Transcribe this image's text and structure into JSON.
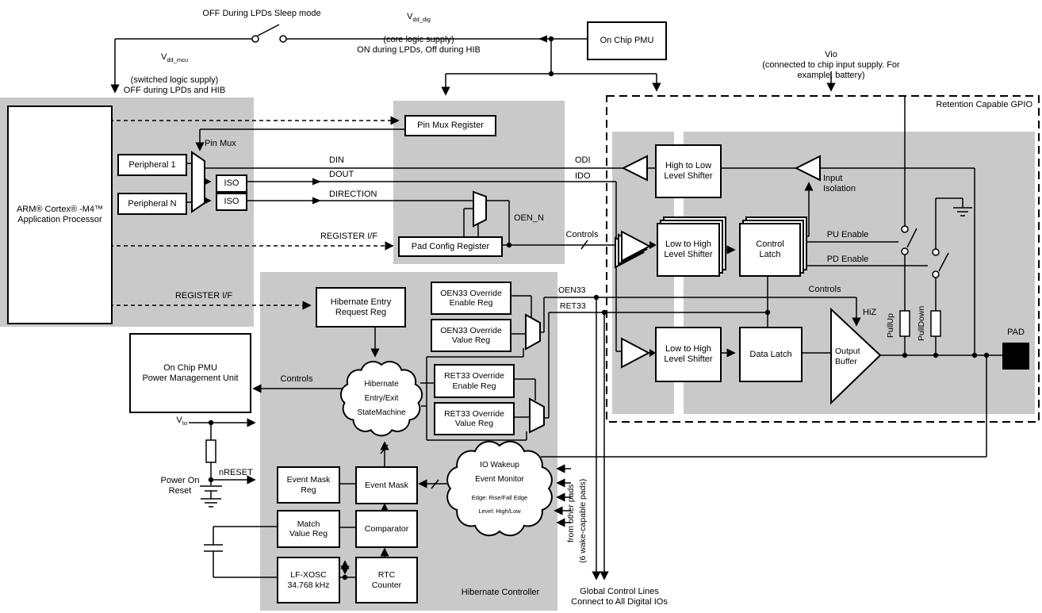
{
  "colors": {
    "panel_gray": "#c9c9c9",
    "line": "#000000",
    "box_bg": "#ffffff",
    "pad_fill": "#000000"
  },
  "top": {
    "off_during_lpds": "OFF During LPDs Sleep mode",
    "vdd_mcu": {
      "base": "V",
      "sub": "dd_mcu",
      "line2": "(switched logic supply)",
      "line3": "OFF during LPDs and HIB"
    },
    "vdd_dig": {
      "base": "V",
      "sub": "dd_dig",
      "line2": "(core logic supply)",
      "line3": "ON during LPDs, Off during HIB"
    },
    "pmu_box": "On Chip PMU",
    "vio": {
      "line1": "Vio",
      "line2": "(connected to chip input supply. For",
      "line3": "example, battery)"
    }
  },
  "left": {
    "arm": "ARM® Cortex® -M4™\nApplication Processor",
    "peripheral1": "Peripheral 1",
    "peripheralN": "Peripheral N",
    "pin_mux": "Pin Mux",
    "iso1": "ISO",
    "iso2": "ISO",
    "pmu_unit": "On Chip PMU\nPower Management Unit",
    "controls": "Controls",
    "v_io": {
      "base": "V",
      "sub": "Io"
    },
    "nreset": "nRESET",
    "power_on_reset": "Power On\nReset"
  },
  "mid": {
    "pin_mux_register": "Pin Mux Register",
    "pad_config_register": "Pad Config Register",
    "din": "DIN",
    "dout": "DOUT",
    "direction": "DIRECTION",
    "register_if": "REGISTER I/F",
    "oen_n": "OEN_N",
    "controls": "Controls",
    "odi": "ODI",
    "ido": "IDO"
  },
  "gpio": {
    "title": "Retention Capable GPIO",
    "high_to_low": "High to Low\nLevel Shifter",
    "low_to_high_1": "Low to High\nLevel Shifter",
    "control_latch": "Control\nLatch",
    "low_to_high_2": "Low to High\nLevel Shifter",
    "data_latch": "Data Latch",
    "output_buffer": "Output\nBuffer",
    "input_isolation": "Input\nIsolation",
    "pu_enable": "PU Enable",
    "pd_enable": "PD Enable",
    "controls": "Controls",
    "hiz": "HiZ",
    "pullup": "PullUp",
    "pulldown": "PullDown",
    "pad": "PAD"
  },
  "hib": {
    "register_if": "REGISTER I/F",
    "entry_request": "Hibernate Entry\nRequest Reg",
    "oen33_enable": "OEN33 Override\nEnable Reg",
    "oen33_value": "OEN33 Override\nValue Reg",
    "ret33_enable": "RET33 Override\nEnable Reg",
    "ret33_value": "RET33 Override\nValue Reg",
    "oen33": "OEN33",
    "ret33": "RET33",
    "cloud": "Hibernate\nEntry/Exit\nStateMachine",
    "event_mask_reg": "Event Mask\nReg",
    "event_mask": "Event Mask",
    "match_value_reg": "Match\nValue Reg",
    "comparator": "Comparator",
    "lf_xosc": "LF-XOSC\n34.768 kHz",
    "rtc_counter": "RTC\nCounter",
    "wakeup_cloud_title": "IO Wakeup\nEvent Monitor",
    "wakeup_edge": "Edge: Rise/Fall Edge",
    "wakeup_level": "Level: High/Low",
    "label": "Hibernate Controller"
  },
  "bottom": {
    "from_other_pads": "from other pads",
    "wake_capable": "(6 wake-capable pads)",
    "global_lines": "Global Control Lines\nConnect to All Digital IOs"
  }
}
